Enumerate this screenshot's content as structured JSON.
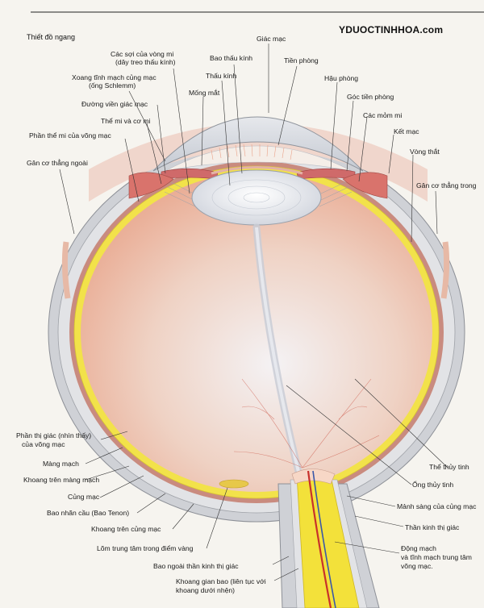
{
  "title": "Thiết đồ ngang",
  "watermark": "YDUOCTINHHOA.com",
  "labels": {
    "giac_mac": "Giác mạc",
    "soi_vong_mi": "Các sợi của vòng mi",
    "day_treo": "(dây treo thấu kính)",
    "bao_thau_kinh": "Bao thấu kính",
    "tien_phong": "Tiền phòng",
    "xoang_tinh_mach_1": "Xoang tĩnh mạch củng mạc",
    "xoang_tinh_mach_2": "(ống Schlemm)",
    "thau_kinh": "Thấu kính",
    "hau_phong": "Hậu phòng",
    "mong_mat": "Mống mắt",
    "goc_tien_phong": "Góc tiền phòng",
    "duong_vien": "Đường viền giác mạc",
    "mom_mi": "Các mỏm mi",
    "the_mi": "Thể mi và cơ mi",
    "ket_mac": "Kết mạc",
    "phan_the_mi": "Phần thể mi của võng mạc",
    "vong_that": "Vòng thắt",
    "gan_ngoai": "Gân cơ thẳng ngoài",
    "gan_trong": "Gân cơ thẳng trong",
    "phan_thi_giac_1": "Phần thị giác (nhìn thấy)",
    "phan_thi_giac_2": "của võng mạc",
    "mang_mach": "Màng mạch",
    "khoang_tren_mang_mach": "Khoang trên màng mạch",
    "cung_mac": "Củng mạc",
    "bao_nhan_cau": "Bao nhãn cầu (Bao Tenon)",
    "khoang_tren_cung_mac": "Khoang trên củng mạc",
    "lom_trung_tam": "Lõm trung tâm trong điểm vàng",
    "bao_ngoai": "Bao ngoài thần kinh thị giác",
    "khoang_gian_1": "Khoang gian bao (liên tục với",
    "khoang_gian_2": "khoang dưới nhện)",
    "the_thuy_tinh": "Thể thủy tinh",
    "ong_thuy_tinh": "Ống thủy tinh",
    "manh_sang": "Mảnh sàng của củng mạc",
    "than_kinh": "Thần kinh thị giác",
    "dong_mach_1": "Động mạch",
    "dong_mach_2": "và tĩnh mạch trung tâm",
    "dong_mach_3": "võng mạc."
  },
  "colors": {
    "sclera": "#dcdde0",
    "choroid": "#d98a7a",
    "retina_yellow": "#f2e24a",
    "vitreous": "#f1c9b6",
    "lens": "#e7e9ee",
    "iris": "#cf6a6a",
    "nerve": "#f3e13a",
    "vessel_red": "#c8312b",
    "vessel_blue": "#3a58a8"
  }
}
